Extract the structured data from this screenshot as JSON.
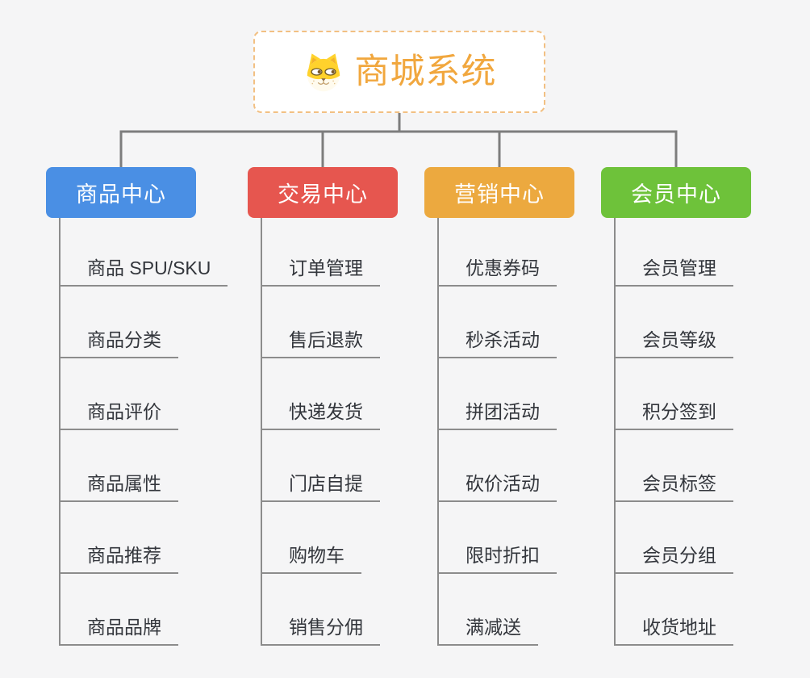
{
  "root": {
    "title": "商城系统",
    "icon": "dog-face-icon",
    "title_color": "#F1A73E",
    "border_color": "#F2C083"
  },
  "branches": [
    {
      "label": "商品中心",
      "color": "#4A8FE4",
      "children": [
        "商品 SPU/SKU",
        "商品分类",
        "商品评价",
        "商品属性",
        "商品推荐",
        "商品品牌"
      ]
    },
    {
      "label": "交易中心",
      "color": "#E6564F",
      "children": [
        "订单管理",
        "售后退款",
        "快递发货",
        "门店自提",
        "购物车",
        "销售分佣"
      ]
    },
    {
      "label": "营销中心",
      "color": "#ECA93F",
      "children": [
        "优惠券码",
        "秒杀活动",
        "拼团活动",
        "砍价活动",
        "限时折扣",
        "满减送"
      ]
    },
    {
      "label": "会员中心",
      "color": "#6EC23A",
      "children": [
        "会员管理",
        "会员等级",
        "积分签到",
        "会员标签",
        "会员分组",
        "收货地址"
      ]
    }
  ],
  "colors": {
    "background": "#F5F5F6",
    "connector": "#7D7D7D",
    "child_line": "#8C8C8C",
    "child_text": "#33363C",
    "branch_text": "#FFFFFF"
  }
}
